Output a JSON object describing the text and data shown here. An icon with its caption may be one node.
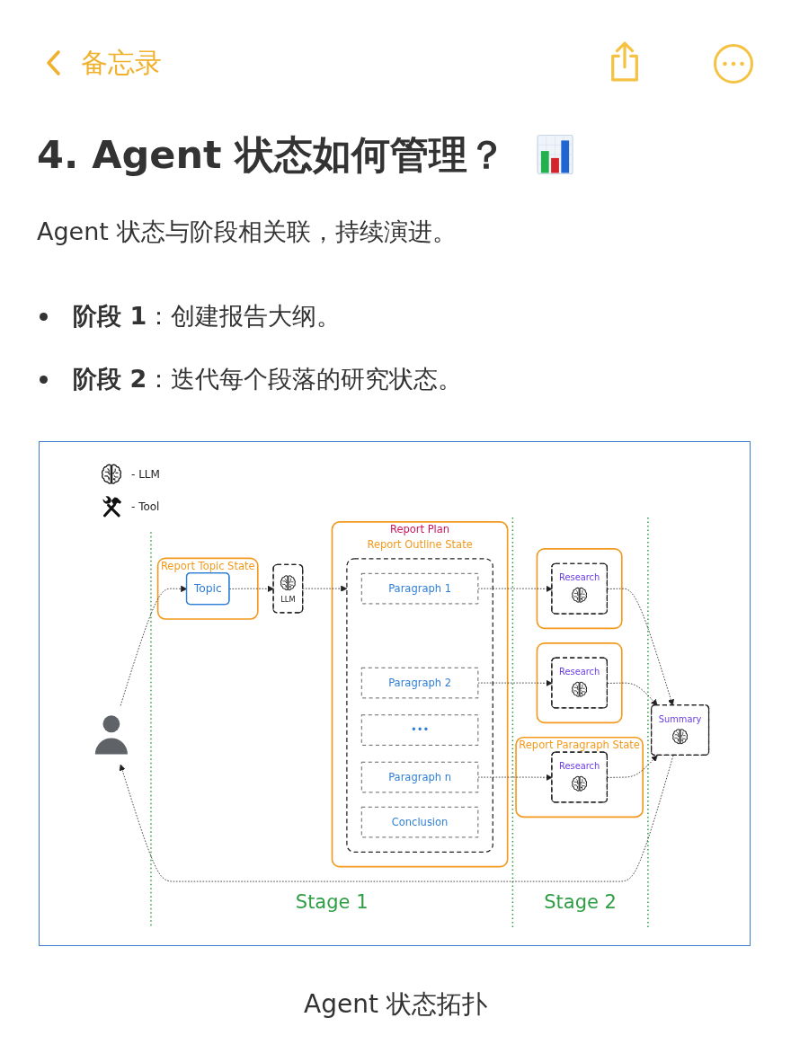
{
  "diagram": {
    "title": "4. Agent 状态如何管理？",
    "caption": "Agent 状态拓扑",
    "nodes": [
      {
        "text": [],
        "shape": "person"
      },
      {
        "text": [
          "Report Topic State"
        ]
      },
      {
        "text": [
          "Topic"
        ],
        "in": 1
      },
      {
        "text": [
          "LLM"
        ]
      },
      {
        "text": [
          "Report Plan",
          "Report Outline State"
        ]
      },
      {
        "text": [],
        "shape": "box",
        "in": 4
      },
      {
        "text": [
          "Paragraph 1"
        ],
        "in": 5
      },
      {
        "text": [
          "Paragraph 2"
        ],
        "in": 5
      },
      {
        "text": [
          "•••"
        ],
        "in": 5
      },
      {
        "text": [
          "Paragraph n"
        ],
        "in": 5
      },
      {
        "text": [
          "Conclusion"
        ],
        "in": 5
      },
      {
        "text": [],
        "shape": "box"
      },
      {
        "text": [
          "Research"
        ],
        "in": 11
      },
      {
        "text": [],
        "shape": "box"
      },
      {
        "text": [
          "Research"
        ],
        "in": 13
      },
      {
        "text": [
          "Report Paragraph State"
        ]
      },
      {
        "text": [
          "Research"
        ],
        "in": 15
      },
      {
        "text": [
          "Summary"
        ]
      }
    ],
    "edges": [
      {
        "from": 0,
        "to": 2,
        "arrow": "to",
        "style": "dashed"
      },
      {
        "from": 2,
        "to": 3,
        "arrow": "to",
        "style": "dashed"
      },
      {
        "from": 3,
        "to": 5,
        "arrow": "to",
        "style": "dashed"
      },
      {
        "from": 6,
        "to": 12,
        "arrow": "to",
        "style": "dashed"
      },
      {
        "from": 7,
        "to": 14,
        "arrow": "to",
        "style": "dashed"
      },
      {
        "from": 9,
        "to": 16,
        "arrow": "to",
        "style": "dashed"
      },
      {
        "from": 12,
        "to": 17,
        "arrow": "to",
        "style": "dashed"
      },
      {
        "from": 14,
        "to": 17,
        "arrow": "to",
        "style": "dashed"
      },
      {
        "from": 16,
        "to": 17,
        "arrow": "to",
        "style": "dashed"
      },
      {
        "from": 17,
        "to": 0,
        "arrow": "to",
        "style": "dashed"
      }
    ],
    "labels": [
      "备忘录",
      "Agent 状态与阶段相关联，持续演进。",
      "**阶段 1**：创建报告大纲。",
      "**阶段 2**：迭代每个段落的研究状态。",
      "Stage 1",
      "Stage 2"
    ],
    "legend": [
      {
        "text": "- LLM"
      },
      {
        "text": "- Tool"
      }
    ]
  }
}
